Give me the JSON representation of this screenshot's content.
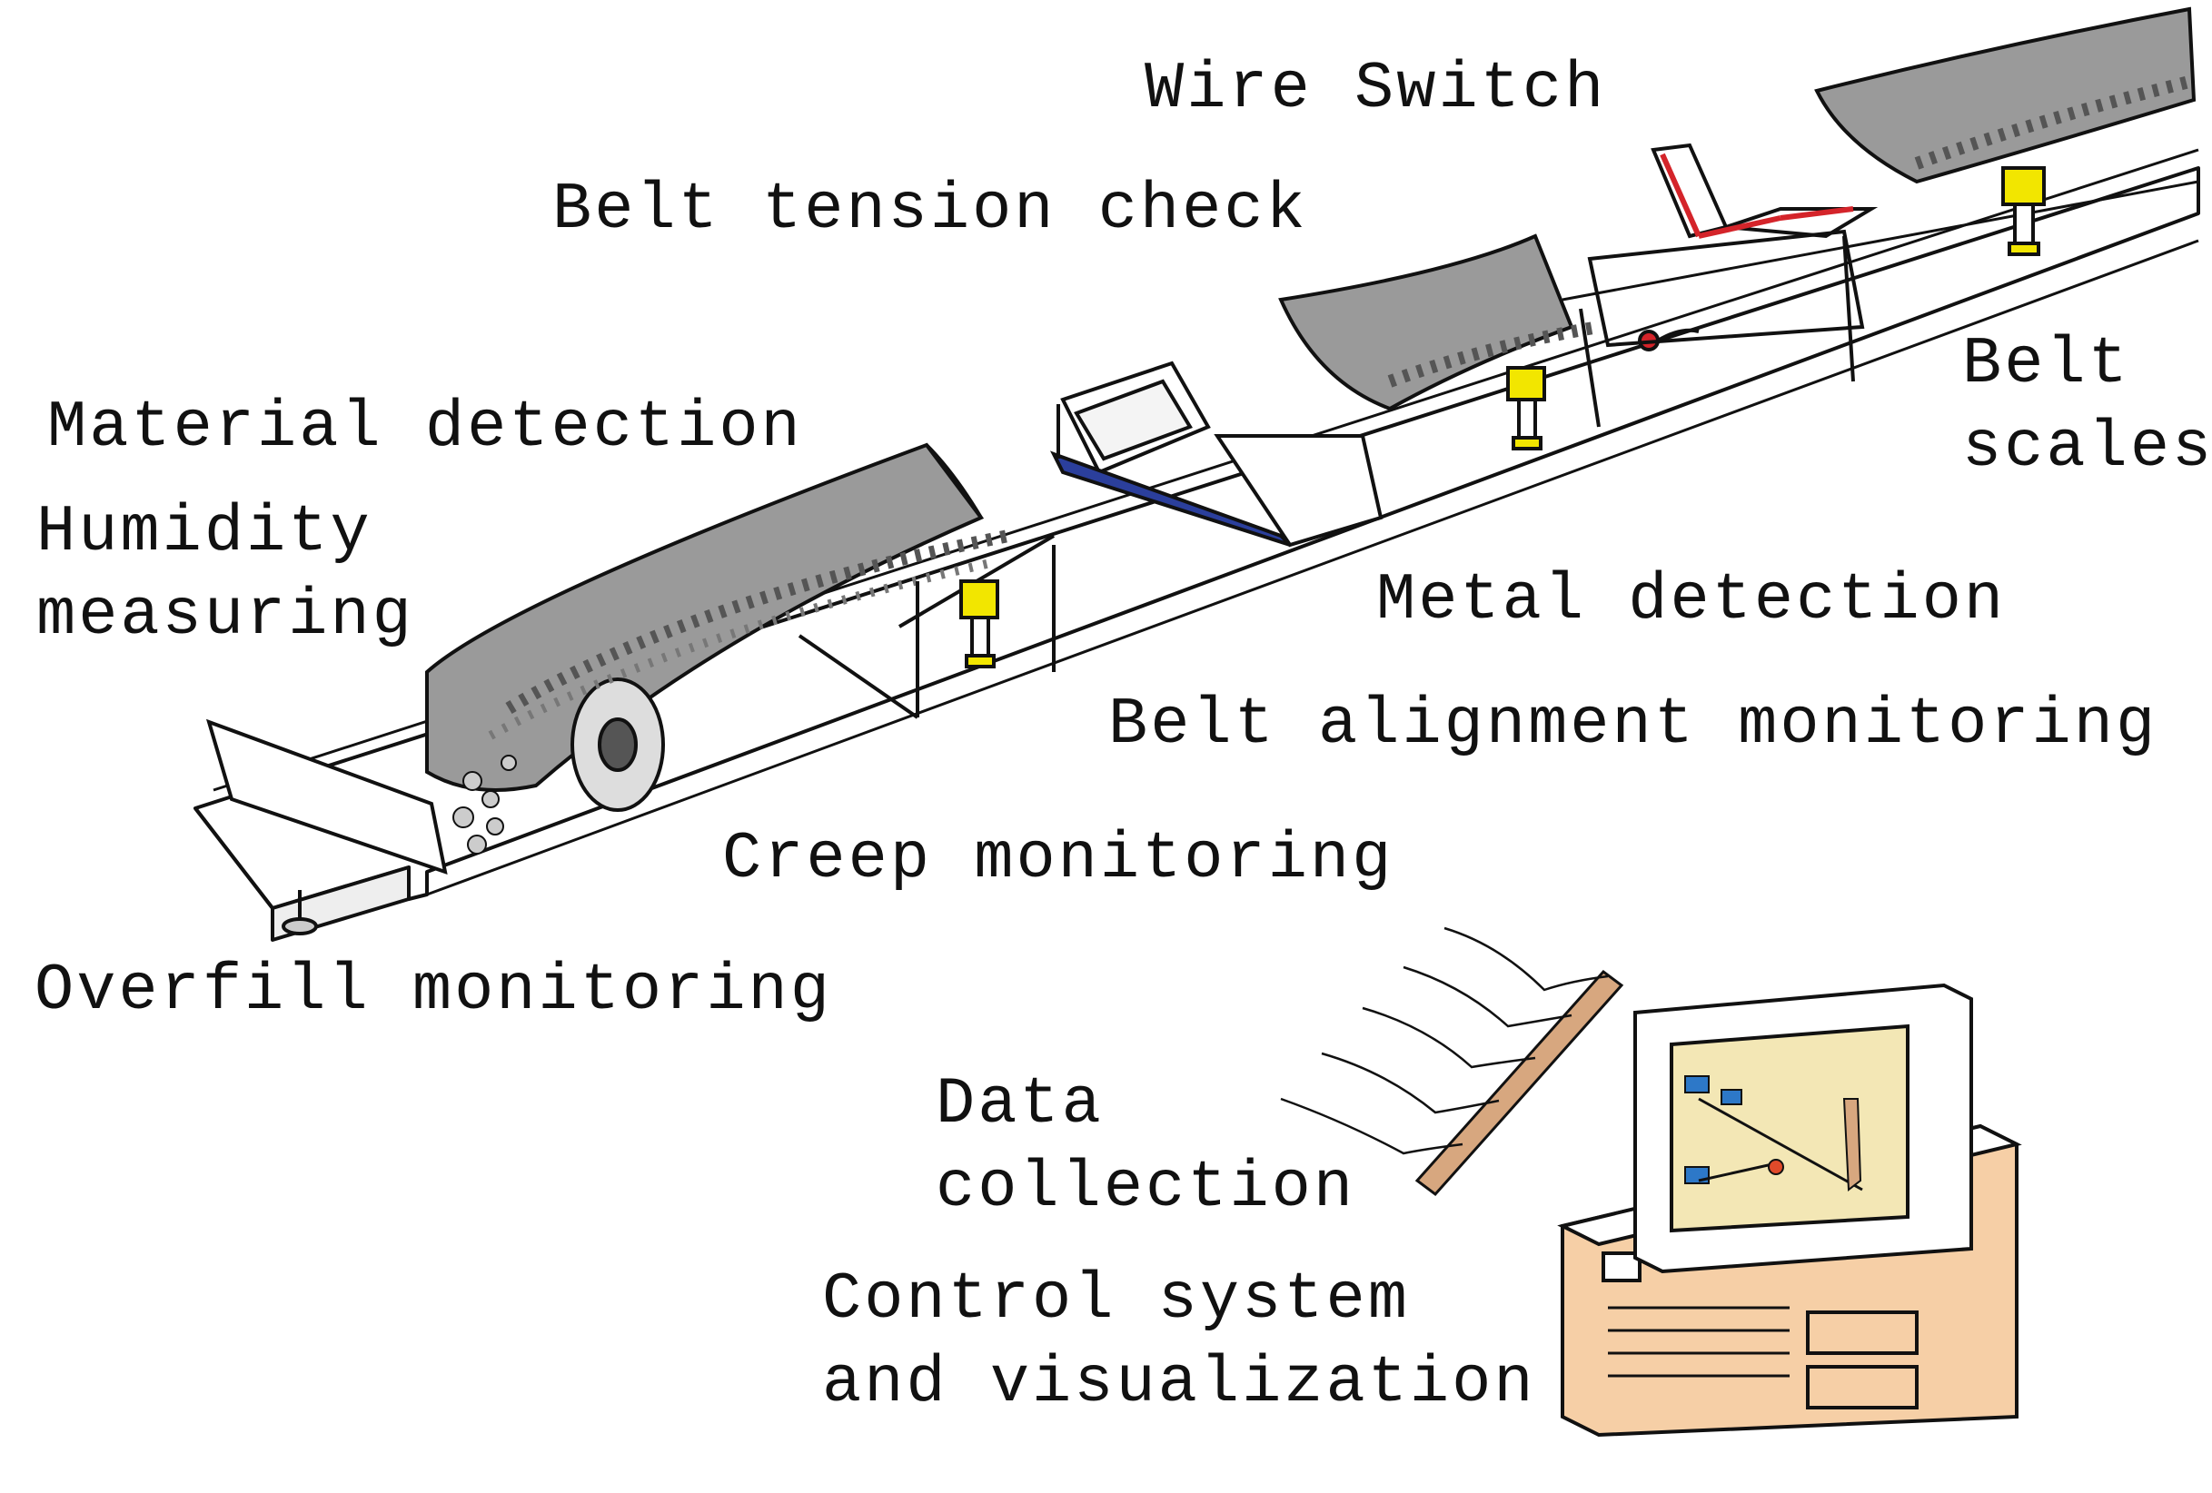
{
  "labels": {
    "wire_switch": "Wire Switch",
    "belt_tension_check": "Belt tension check",
    "belt_scales_line1": "Belt",
    "belt_scales_line2": "scales",
    "material_detection": "Material detection",
    "humidity_line1": "Humidity",
    "humidity_line2": "measuring",
    "metal_detection": "Metal detection",
    "belt_alignment_monitoring": "Belt alignment monitoring",
    "creep_monitoring": "Creep monitoring",
    "overfill_monitoring": "Overfill monitoring",
    "data_collection_line1": "Data",
    "data_collection_line2": "collection",
    "control_line1": "Control system",
    "control_line2": "and visualization"
  },
  "colors": {
    "belt_gray": "#9a9a9a",
    "sensor_yellow": "#f2e600",
    "metal_detector_blue": "#2b3f9c",
    "wire_switch_red": "#d4242a",
    "computer_case": "#f6cfa6",
    "terminal_strip": "#d7a77f",
    "screen_bg": "#f3e7b5",
    "screen_icon_blue": "#2d78c8"
  }
}
